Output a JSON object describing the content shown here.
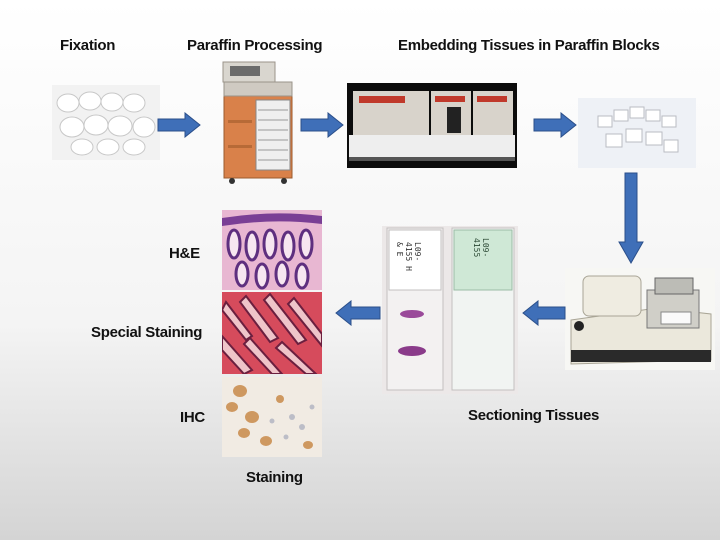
{
  "labels": {
    "fixation": "Fixation",
    "paraffin_processing": "Paraffin Processing",
    "embedding": "Embedding Tissues in Paraffin Blocks",
    "he": "H&E",
    "special_staining": "Special Staining",
    "ihc": "IHC",
    "sectioning": "Sectioning Tissues",
    "staining": "Staining"
  },
  "slide_text": {
    "left_slide": "L09-4155",
    "left_slide_sub": "H & E",
    "right_slide": "L09-4155"
  },
  "colors": {
    "arrow_fill": "#3f6fb8",
    "arrow_stroke": "#2b4f8a",
    "processor_orange": "#d9814a",
    "he_pink": "#e8b7d2",
    "he_purple": "#5e2f7f",
    "special_red": "#d64b5c",
    "ihc_brown": "#b06a2a"
  },
  "flow_order": [
    "Fixation",
    "Paraffin Processing",
    "Embedding Tissues in Paraffin Blocks",
    "Sectioning Tissues",
    "Staining"
  ]
}
